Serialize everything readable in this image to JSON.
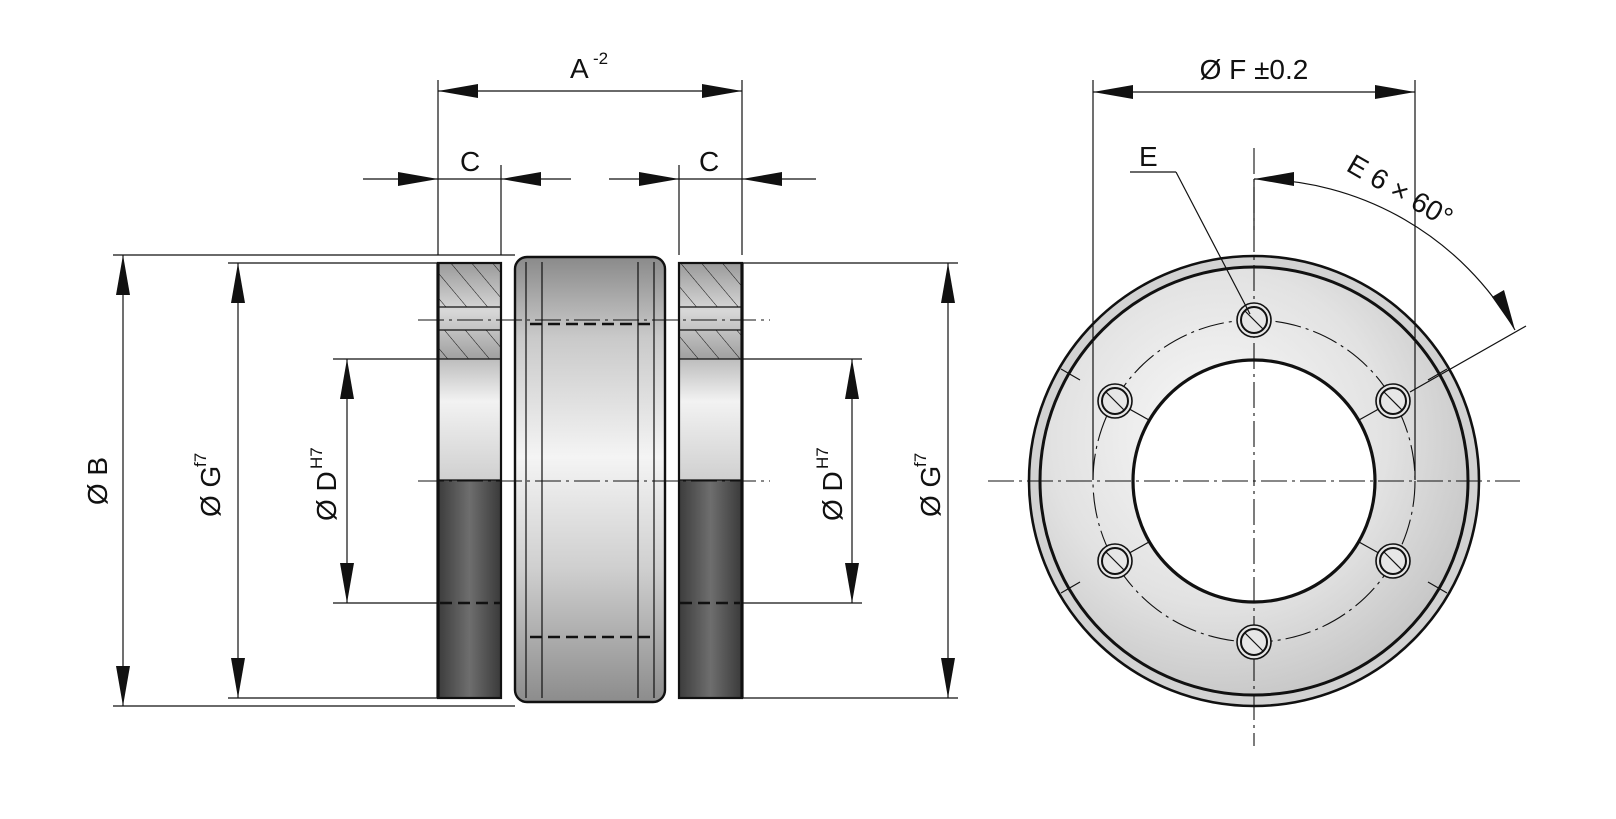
{
  "dimensions": {
    "A": {
      "symbol": "A",
      "tolerance": "-2"
    },
    "C_left": "C",
    "C_right": "C",
    "B": {
      "prefix": "Ø",
      "symbol": "B"
    },
    "G_left": {
      "prefix": "Ø",
      "symbol": "G",
      "fit": "f7"
    },
    "D_left": {
      "prefix": "Ø",
      "symbol": "D",
      "fit": "H7"
    },
    "D_right": {
      "prefix": "Ø",
      "symbol": "D",
      "fit": "H7"
    },
    "G_right": {
      "prefix": "Ø",
      "symbol": "G",
      "fit": "f7"
    },
    "F": "Ø F ±0.2",
    "E_label": "E",
    "E_pattern": "E 6 × 60°"
  },
  "colors": {
    "line": "#111111",
    "face_light": "#e4e4e4",
    "face_mid": "#bdbdbd",
    "face_dark": "#4a4a4a"
  }
}
